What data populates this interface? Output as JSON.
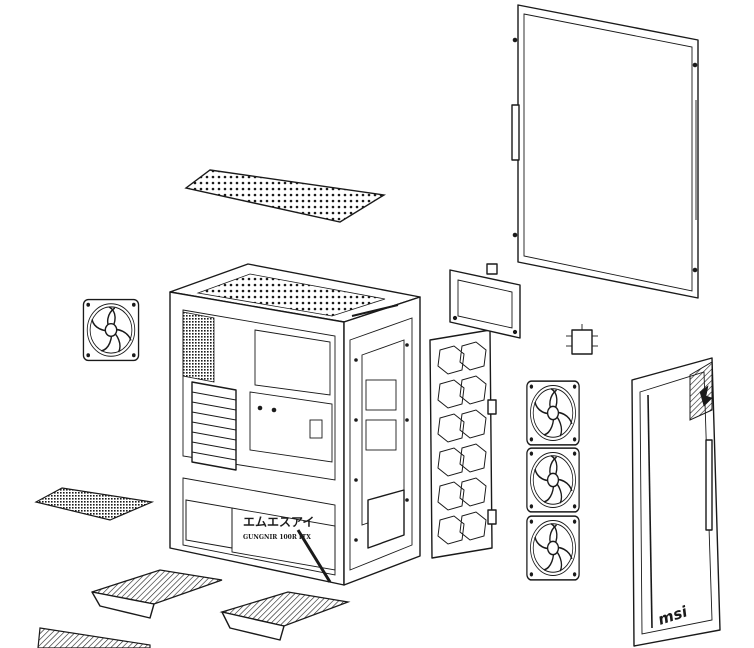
{
  "figure": {
    "front_panel_logo_text": "msi",
    "case_logo_jp_text": "エムエスアイ",
    "case_logo_sub_text": "GUNGNIR 100R ITX"
  },
  "colors": {
    "line": "#1a1a1a",
    "background": "#ffffff"
  }
}
